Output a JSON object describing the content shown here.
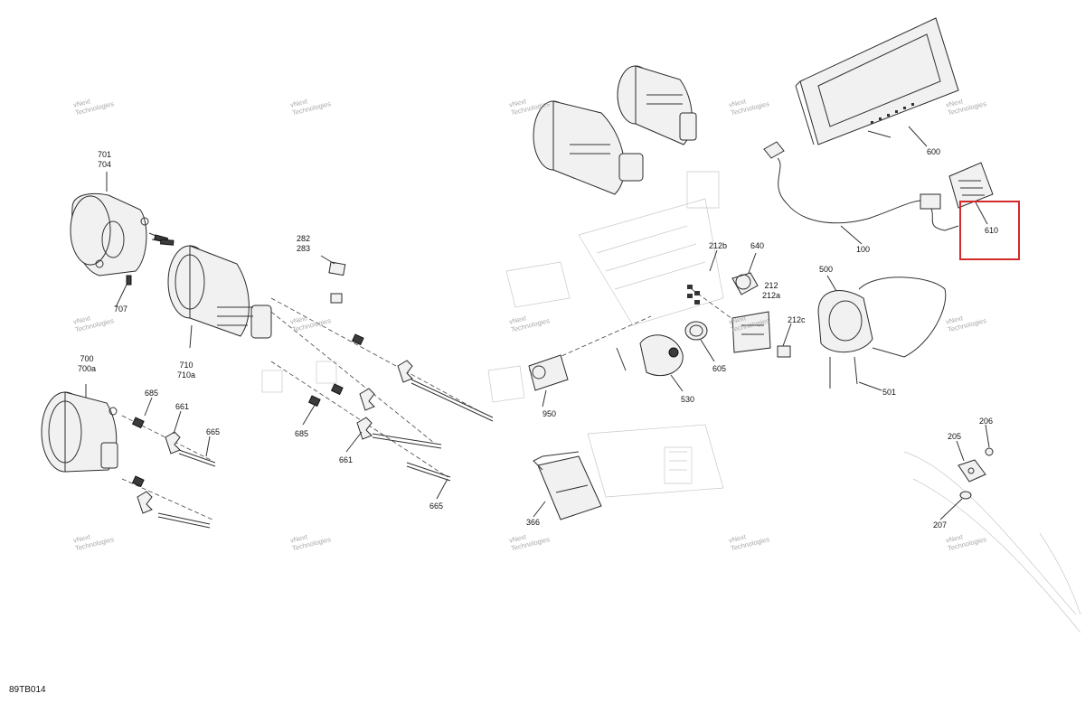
{
  "figure_code": "89TB014",
  "watermark": {
    "line1": "vNext",
    "line2": "Technologies"
  },
  "callouts": {
    "c701_704": [
      "701",
      "704"
    ],
    "c707": "707",
    "c700_700a": [
      "700",
      "700a"
    ],
    "c710_710a": [
      "710",
      "710a"
    ],
    "c282_283": [
      "282",
      "283"
    ],
    "c685_left": "685",
    "c661_left": "661",
    "c665_left": "665",
    "c685_mid": "685",
    "c661_mid": "661",
    "c665_mid": "665",
    "c950": "950",
    "c530": "530",
    "c605": "605",
    "c212b": "212b",
    "c640": "640",
    "c212_212a": [
      "212",
      "212a"
    ],
    "c212c": "212c",
    "c366": "366",
    "c600": "600",
    "c100": "100",
    "c610": "610",
    "c500": "500",
    "c501": "501",
    "c206": "206",
    "c205": "205",
    "c207": "207"
  },
  "highlight": {
    "target": "610",
    "color": "#d62a2a"
  }
}
